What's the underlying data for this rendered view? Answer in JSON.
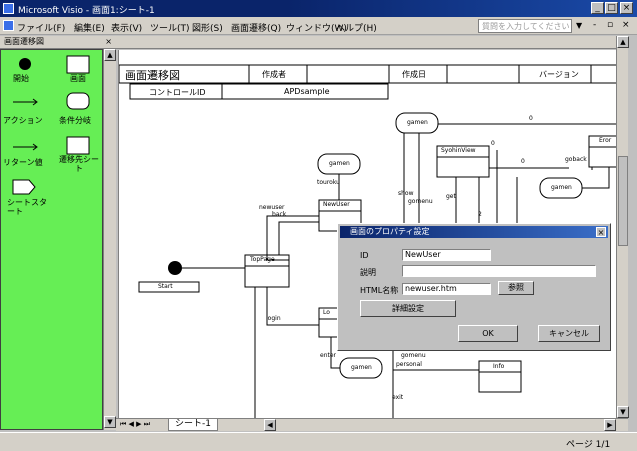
{
  "window": {
    "title": "Microsoft Visio - 画面1:シート-1"
  },
  "menu": [
    "ファイル(F)",
    "編集(E)",
    "表示(V)",
    "ツール(T)",
    "図形(S)",
    "画面遷移(Q)",
    "ウィンドウ(W)",
    "ヘルプ(H)"
  ],
  "help_placeholder": "質問を入力してください",
  "stencil": {
    "title": "画面遷移図",
    "shapes": [
      {
        "label": "開始",
        "icon": "start-circle-icon"
      },
      {
        "label": "画面",
        "icon": "screen-box-icon"
      },
      {
        "label": "アクション",
        "icon": "action-arrow-icon"
      },
      {
        "label": "条件分岐",
        "icon": "condition-icon"
      },
      {
        "label": "リターン値",
        "icon": "return-arrow-icon"
      },
      {
        "label": "遷移先シート",
        "icon": "target-sheet-icon"
      },
      {
        "label": "シートスタート",
        "icon": "sheet-start-icon"
      }
    ]
  },
  "diagram_header": {
    "title": "画面遷移図",
    "author_label": "作成者",
    "date_label": "作成日",
    "version_label": "バージョン",
    "control_id_label": "コントロールID",
    "control_id_value": "APDsample"
  },
  "diagram": {
    "nodes": [
      "Start",
      "TopPage",
      "NewUser",
      "Lo",
      "SyohinView",
      "Info",
      "Eror",
      "gamen",
      "gamen",
      "gamen",
      "gamen"
    ],
    "labels": [
      "newuser",
      "back",
      "login",
      "touroku",
      "show",
      "gomenu",
      "get",
      "0",
      "0",
      "0",
      "goback",
      "2",
      "enter",
      "gomenu",
      "personal",
      "exit"
    ]
  },
  "sheet_tab": "シート-1",
  "status_page": "ページ 1/1",
  "dialog": {
    "title": "画面のプロパティ設定",
    "id_label": "ID",
    "id_value": "NewUser",
    "desc_label": "説明",
    "desc_value": "",
    "html_label": "HTML名称",
    "html_value": "newuser.htm",
    "browse_label": "参照",
    "detail_label": "詳細設定",
    "ok_label": "OK",
    "cancel_label": "キャンセル"
  }
}
